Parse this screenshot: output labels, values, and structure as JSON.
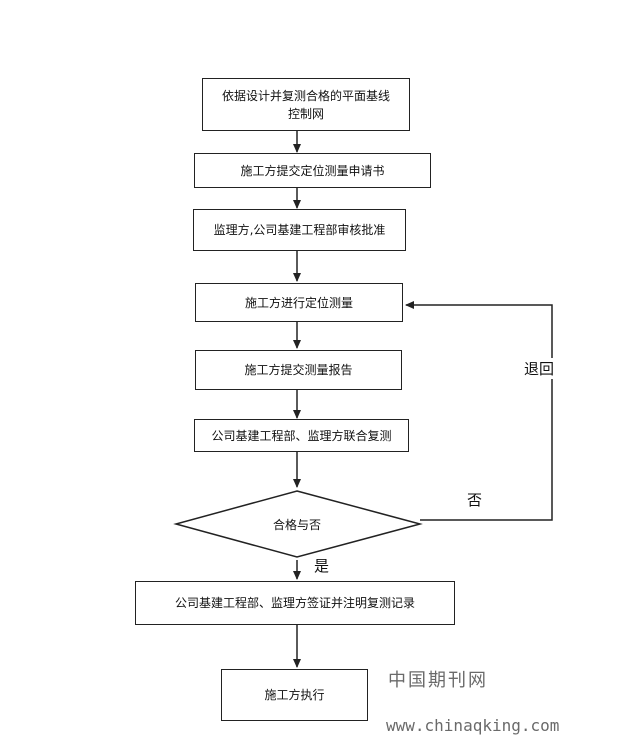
{
  "flow": {
    "step1": "依据设计并复测合格的平面基线控制网",
    "step2": "施工方提交定位测量申请书",
    "step3": "监理方,公司基建工程部审核批准",
    "step4": "施工方进行定位测量",
    "step5": "施工方提交测量报告",
    "step6": "公司基建工程部、监理方联合复测",
    "decision": "合格与否",
    "step7": "公司基建工程部、监理方签证并注明复测记录",
    "step8": "施工方执行"
  },
  "edge_labels": {
    "no": "否",
    "yes": "是",
    "return": "退回"
  },
  "watermark": {
    "site_name": "中国期刊网",
    "url": "www.chinaqking.com"
  }
}
